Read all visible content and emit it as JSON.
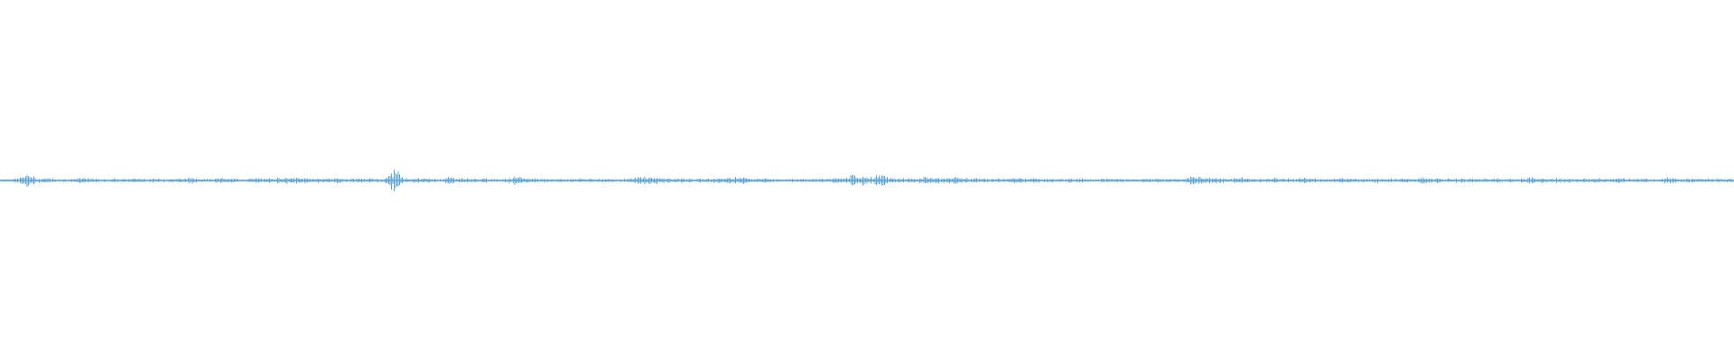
{
  "waveform": {
    "color": "#5aa5d6",
    "amplitude_profile": [
      0.12,
      0.14,
      0.18,
      0.55,
      0.16,
      0.22,
      0.15,
      0.12,
      0.13,
      0.2,
      0.16,
      0.12,
      0.14,
      0.13,
      0.14,
      0.18,
      0.15,
      0.13,
      0.16,
      0.14,
      0.18,
      0.22,
      0.17,
      0.14,
      0.2,
      0.16,
      0.13,
      0.15,
      0.19,
      0.14,
      0.24,
      0.26,
      0.2,
      0.22,
      0.18,
      0.16,
      0.2,
      0.17,
      0.15,
      0.18,
      0.16,
      0.14,
      0.14,
      0.95,
      0.2,
      0.16,
      0.18,
      0.15,
      0.14,
      0.28,
      0.2,
      0.16,
      0.14,
      0.15,
      0.13,
      0.16,
      0.3,
      0.24,
      0.18,
      0.16,
      0.15,
      0.14,
      0.13,
      0.14,
      0.15,
      0.16,
      0.14,
      0.13,
      0.14,
      0.16,
      0.36,
      0.3,
      0.22,
      0.18,
      0.16,
      0.15,
      0.14,
      0.16,
      0.2,
      0.18,
      0.33,
      0.28,
      0.2,
      0.17,
      0.15,
      0.14,
      0.15,
      0.16,
      0.14,
      0.13,
      0.16,
      0.2,
      0.18,
      0.42,
      0.36,
      0.25,
      0.5,
      0.2,
      0.18,
      0.17,
      0.16,
      0.3,
      0.24,
      0.2,
      0.28,
      0.22,
      0.18,
      0.16,
      0.14,
      0.16,
      0.15,
      0.22,
      0.18,
      0.16,
      0.14,
      0.13,
      0.14,
      0.16,
      0.15,
      0.14,
      0.13,
      0.14,
      0.16,
      0.14,
      0.13,
      0.15,
      0.16,
      0.14,
      0.15,
      0.13,
      0.3,
      0.34,
      0.22,
      0.18,
      0.16,
      0.24,
      0.18,
      0.15,
      0.14,
      0.2,
      0.16,
      0.14,
      0.18,
      0.16,
      0.15,
      0.14,
      0.2,
      0.15,
      0.14,
      0.16,
      0.2,
      0.16,
      0.15,
      0.14,
      0.15,
      0.22,
      0.18,
      0.15,
      0.14,
      0.16,
      0.15,
      0.14,
      0.18,
      0.16,
      0.15,
      0.14,
      0.15,
      0.24,
      0.2,
      0.16,
      0.18,
      0.15,
      0.14,
      0.15,
      0.16,
      0.14,
      0.2,
      0.16,
      0.15,
      0.14,
      0.15,
      0.16,
      0.26,
      0.18,
      0.15,
      0.14,
      0.15,
      0.16,
      0.15,
      0.14
    ]
  }
}
